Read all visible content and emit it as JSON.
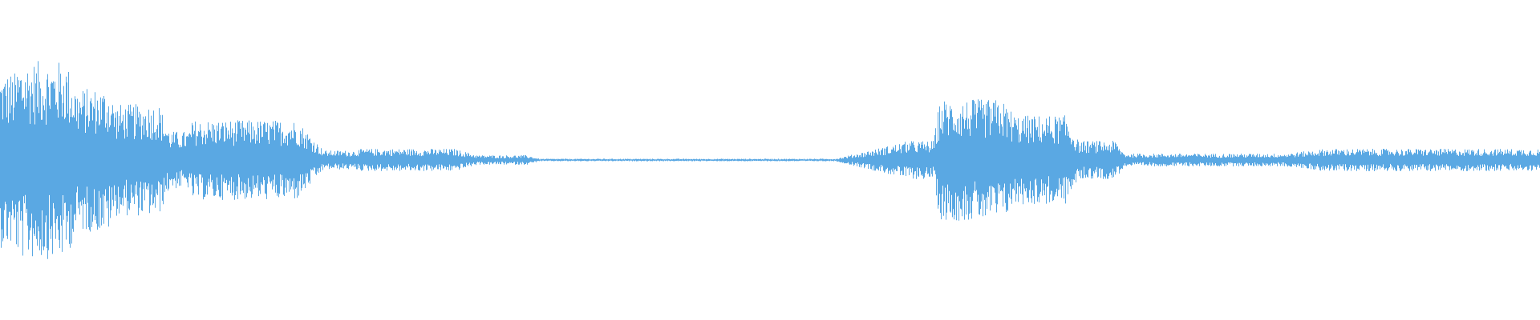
{
  "waveform": {
    "color": "#5aa8e3",
    "background": "#ffffff",
    "duration_fraction_segments": [
      {
        "start": 0.0,
        "end": 0.012,
        "amplitude": 0.55
      },
      {
        "start": 0.012,
        "end": 0.05,
        "amplitude": 0.62
      },
      {
        "start": 0.05,
        "end": 0.075,
        "amplitude": 0.45
      },
      {
        "start": 0.075,
        "end": 0.11,
        "amplitude": 0.35
      },
      {
        "start": 0.11,
        "end": 0.125,
        "amplitude": 0.18
      },
      {
        "start": 0.125,
        "end": 0.21,
        "amplitude": 0.25
      },
      {
        "start": 0.21,
        "end": 0.235,
        "amplitude": 0.06
      },
      {
        "start": 0.235,
        "end": 0.31,
        "amplitude": 0.07
      },
      {
        "start": 0.31,
        "end": 0.35,
        "amplitude": 0.03
      },
      {
        "start": 0.35,
        "end": 0.59,
        "amplitude": 0.008
      },
      {
        "start": 0.59,
        "end": 0.61,
        "amplitude": 0.12
      },
      {
        "start": 0.61,
        "end": 0.66,
        "amplitude": 0.38
      },
      {
        "start": 0.66,
        "end": 0.7,
        "amplitude": 0.28
      },
      {
        "start": 0.7,
        "end": 0.73,
        "amplitude": 0.12
      },
      {
        "start": 0.73,
        "end": 0.86,
        "amplitude": 0.04
      },
      {
        "start": 0.86,
        "end": 1.0,
        "amplitude": 0.07
      }
    ]
  }
}
